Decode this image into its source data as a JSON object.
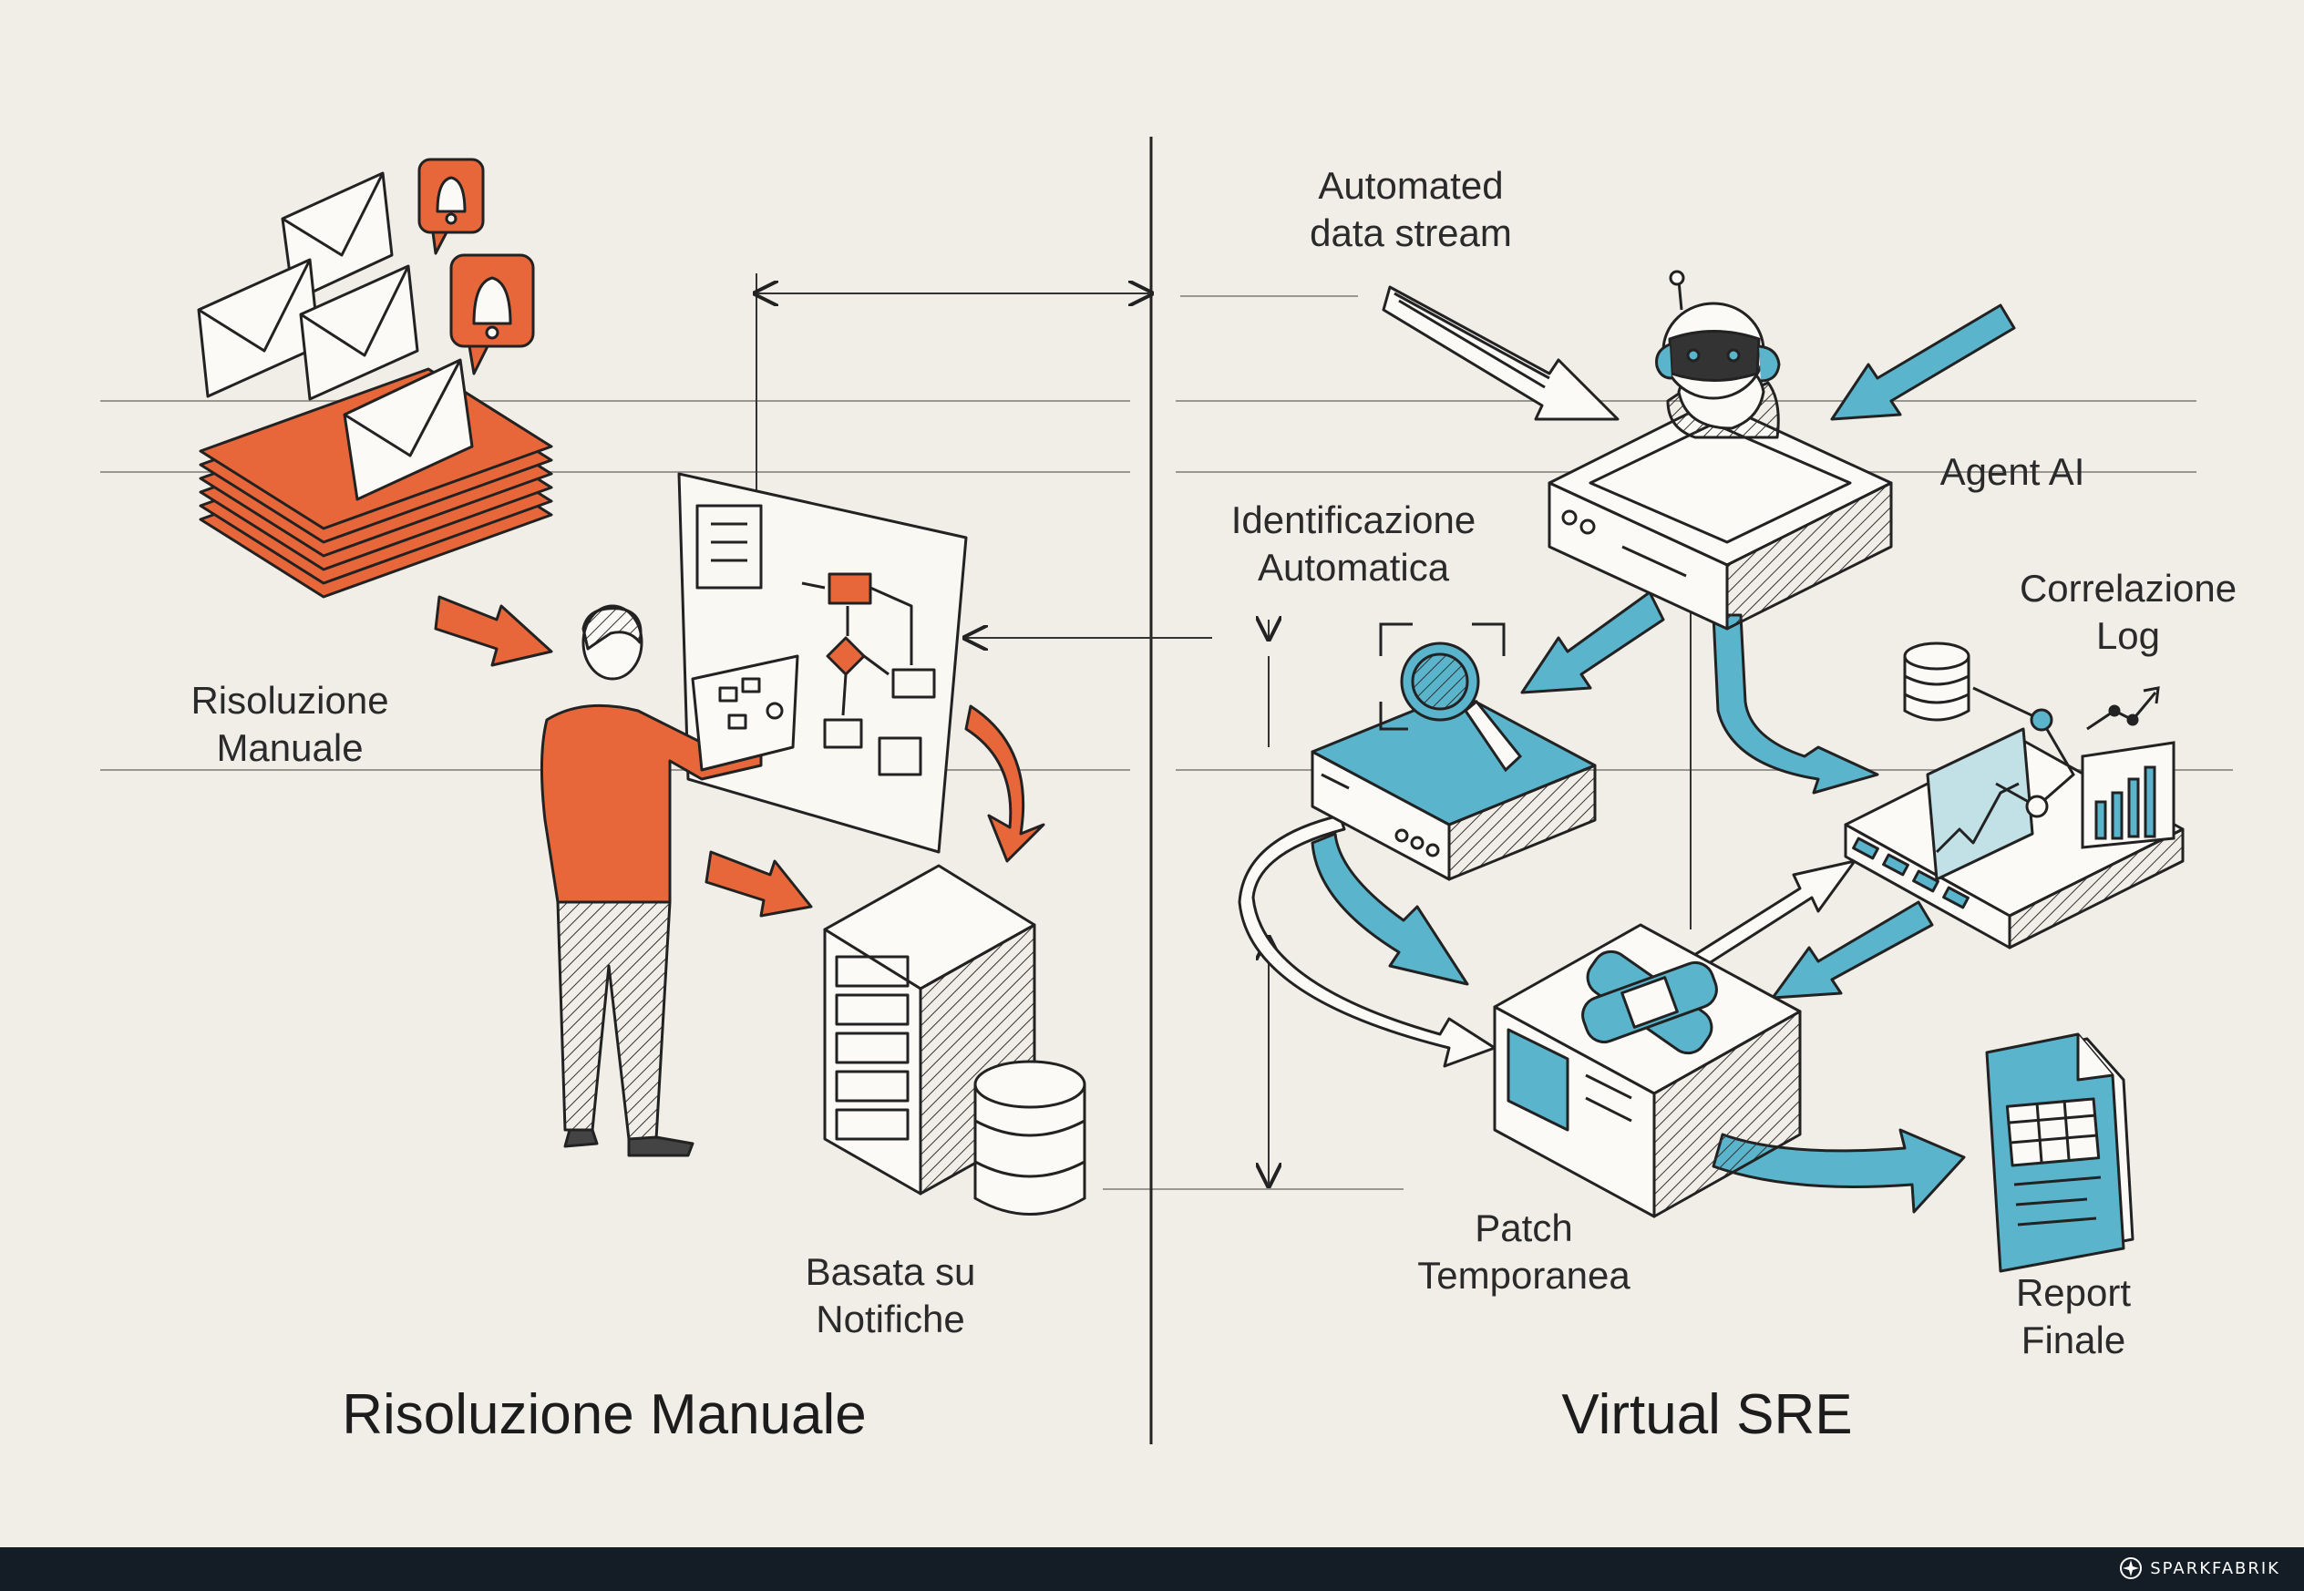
{
  "left_section": {
    "title": "Risoluzione Manuale",
    "labels": {
      "manual_resolution": [
        "Risoluzione",
        "Manuale"
      ],
      "notifications": [
        "Basata su",
        "Notifiche"
      ]
    }
  },
  "right_section": {
    "title": "Virtual SRE",
    "labels": {
      "data_stream": [
        "Automated",
        "data stream"
      ],
      "agent": [
        "Agent AI"
      ],
      "identification": [
        "Identificazione",
        "Automatica"
      ],
      "correlation": [
        "Correlazione",
        "Log"
      ],
      "patch": [
        "Patch",
        "Temporanea"
      ],
      "report": [
        "Report",
        "Finale"
      ]
    }
  },
  "footer": {
    "brand": "SPARKFABRIK"
  },
  "colors": {
    "accent_orange": "#e8673a",
    "accent_blue": "#5ab4cc",
    "ink": "#222222",
    "paper": "#f1eee8",
    "footer_bg": "#141d26"
  },
  "icons": [
    "envelope-icon",
    "bell-icon",
    "person-icon",
    "server-rack-icon",
    "database-icon",
    "robot-icon",
    "magnifier-icon",
    "bandage-icon",
    "chart-icon",
    "report-document-icon"
  ]
}
